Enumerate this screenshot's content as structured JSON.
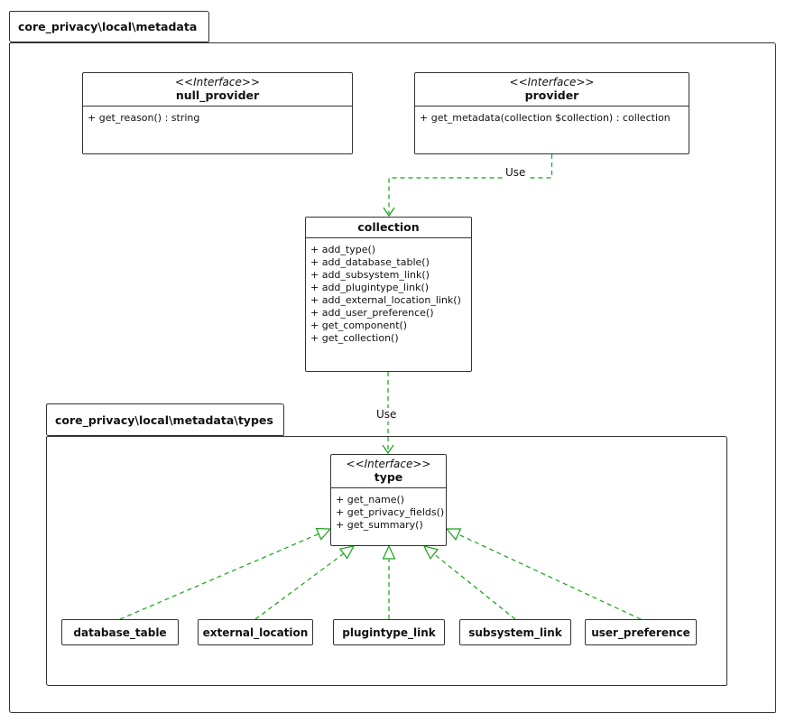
{
  "colors": {
    "arrow": "#15a315",
    "border": "#333333",
    "background": "#ffffff"
  },
  "outer_package": {
    "label": "core_privacy\\local\\metadata"
  },
  "inner_package": {
    "label": "core_privacy\\local\\metadata\\types"
  },
  "classes": {
    "null_provider": {
      "stereotype": "<<Interface>>",
      "name": "null_provider",
      "methods": [
        "+ get_reason() : string"
      ]
    },
    "provider": {
      "stereotype": "<<Interface>>",
      "name": "provider",
      "methods": [
        "+ get_metadata(collection $collection) : collection"
      ]
    },
    "collection": {
      "name": "collection",
      "methods": [
        "+ add_type()",
        "+ add_database_table()",
        "+ add_subsystem_link()",
        "+ add_plugintype_link()",
        "+ add_external_location_link()",
        "+ add_user_preference()",
        "+ get_component()",
        "+ get_collection()"
      ]
    },
    "type": {
      "stereotype": "<<Interface>>",
      "name": "type",
      "methods": [
        "+ get_name()",
        "+ get_privacy_fields()",
        "+ get_summary()"
      ]
    }
  },
  "type_classes": [
    {
      "name": "database_table"
    },
    {
      "name": "external_location"
    },
    {
      "name": "plugintype_link"
    },
    {
      "name": "subsystem_link"
    },
    {
      "name": "user_preference"
    }
  ],
  "edges": {
    "provider_collection": {
      "label": "Use"
    },
    "collection_type": {
      "label": "Use"
    }
  }
}
